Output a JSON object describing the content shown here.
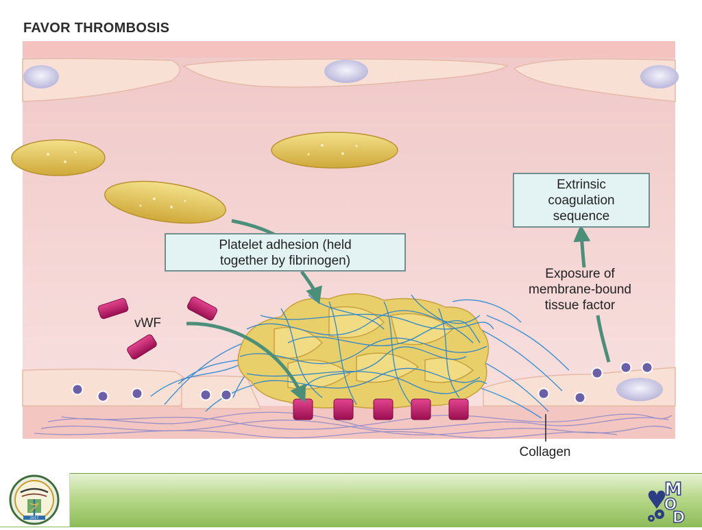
{
  "title": "FAVOR THROMBOSIS",
  "labels": {
    "platelet_adhesion": [
      "Platelet adhesion (held",
      "together by fibrinogen)"
    ],
    "extrinsic": [
      "Extrinsic",
      "coagulation",
      "sequence"
    ],
    "exposure": [
      "Exposure of",
      "membrane-bound",
      "tissue factor"
    ],
    "vwf": "vWF",
    "collagen": "Collagen"
  },
  "footer": {
    "logo_right_letters": [
      "M",
      "O",
      "D"
    ],
    "logo_left_year": "2017"
  },
  "colors": {
    "vessel_lumen": "#f6d6d6",
    "endothelium": "#f7ddd2",
    "platelet": "#e2c75b",
    "vwf": "#c8186a",
    "fibrin": "#3a8fd0",
    "tissue_factor": "#6b5fa8",
    "label_box_bg": "#e3f3f3",
    "footer_green": "#8cbb58"
  }
}
